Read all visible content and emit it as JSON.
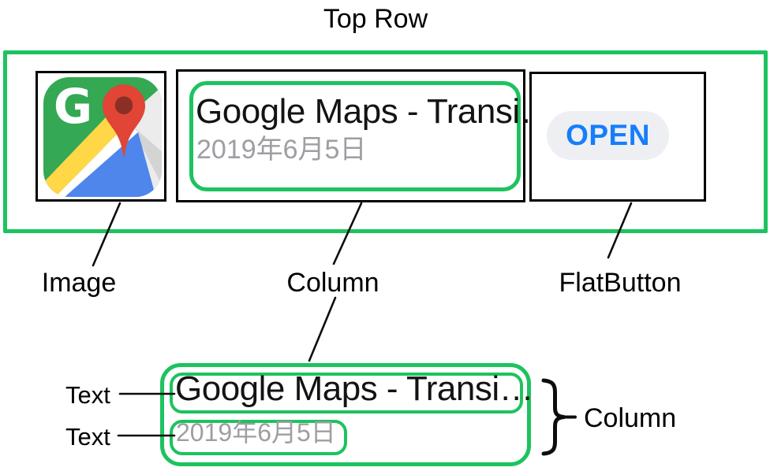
{
  "diagram": {
    "top_row_label": "Top Row"
  },
  "card": {
    "icon_name": "google-maps-app-icon",
    "title": "Google Maps - Transi…",
    "date": "2019年6月5日",
    "open_button_label": "OPEN"
  },
  "labels": {
    "image": "Image",
    "column": "Column",
    "flatbutton": "FlatButton",
    "text1": "Text",
    "text2": "Text",
    "detail_column": "Column"
  },
  "detail": {
    "title": "Google Maps - Transi…",
    "date": "2019年6月5日"
  },
  "colors": {
    "highlight_green": "#1cc35f",
    "outline_black": "#000000",
    "button_text_blue": "#157efa",
    "button_pill_bg": "#eeeff3",
    "date_gray": "#9e9ea3"
  }
}
